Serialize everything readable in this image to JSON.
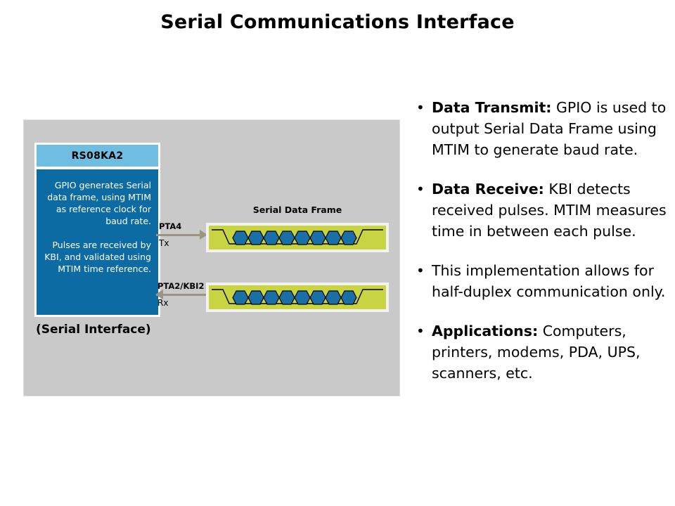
{
  "title": "Serial Communications Interface",
  "diagram": {
    "chip": {
      "header": "RS08KA2",
      "paragraph1": "GPIO generates Serial data frame, using MTIM  as reference clock for baud rate.",
      "paragraph2": "Pulses are received by KBI, and validated  using MTIM  time reference."
    },
    "caption": "(Serial Interface)",
    "waveform_label": "Serial Data Frame",
    "connectors": [
      {
        "pin": "PTA4",
        "direction_label": "Tx",
        "arrow": "right"
      },
      {
        "pin": "PTA2/KBI2",
        "direction_label": "Rx",
        "arrow": "left"
      }
    ],
    "waveforms": [
      {
        "name": "tx-waveform",
        "data_bits": 8
      },
      {
        "name": "rx-waveform",
        "data_bits": 8
      }
    ],
    "colors": {
      "panel_background": "#c9c9c9",
      "chip_header": "#6fbde0",
      "chip_body": "#0d6ba3",
      "waveform_background": "#c8d442",
      "data_bit_hexagon": "#1b6fa8",
      "connector_arrow": "#9b9384"
    }
  },
  "bullets": [
    {
      "lead": "Data Transmit:",
      "body": " GPIO is used to output Serial Data Frame using MTIM to generate baud rate."
    },
    {
      "lead": "Data Receive:",
      "body": " KBI detects received pulses. MTIM measures time in between each pulse."
    },
    {
      "lead": "",
      "body": "This implementation allows for half-duplex communication only."
    },
    {
      "lead": "Applications:",
      "body": " Computers, printers, modems, PDA, UPS, scanners, etc."
    }
  ],
  "bullet_marker": "•"
}
